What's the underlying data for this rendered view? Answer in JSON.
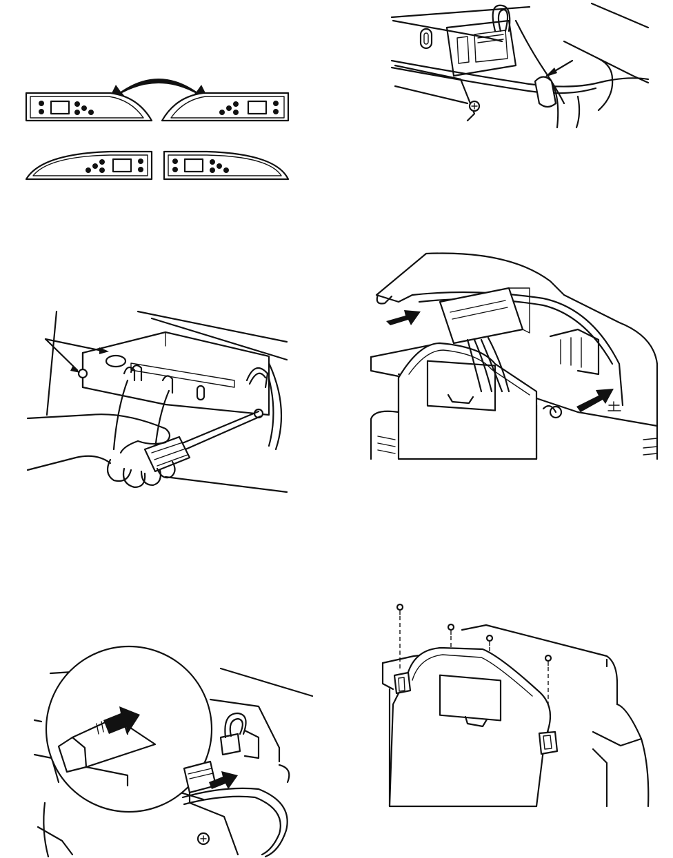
{
  "figures": [
    {
      "name": "console-orientation"
    },
    {
      "name": "wire-harness-clip"
    },
    {
      "name": "control-board-screwdriver"
    },
    {
      "name": "console-assembly-arrows"
    },
    {
      "name": "connector-detail-inset"
    },
    {
      "name": "console-screws"
    }
  ],
  "arrow_color": "#111111"
}
